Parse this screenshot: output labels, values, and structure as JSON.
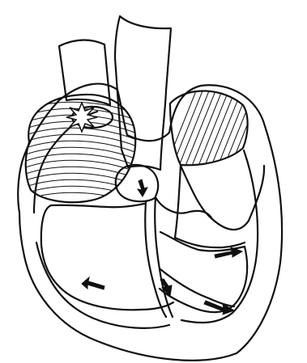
{
  "diagram": {
    "type": "heart-conduction-illustration",
    "line_color": "#111111",
    "background_color": "#ffffff",
    "parts": [
      "superior-vena-cava",
      "aorta",
      "right-atrium",
      "left-atrium",
      "sinoatrial-node",
      "atrioventricular-node",
      "right-ventricle",
      "left-ventricle"
    ],
    "icons": [
      "sinoatrial-star-icon",
      "down-arrow-icon",
      "left-arrow-icon",
      "right-arrow-icon"
    ]
  }
}
